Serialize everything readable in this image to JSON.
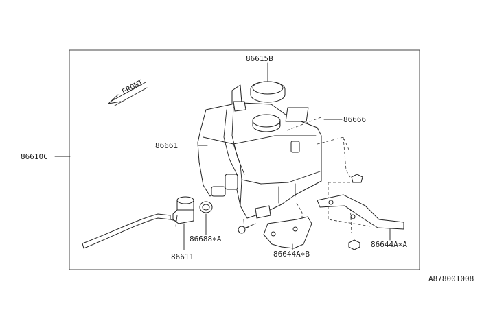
{
  "labels": {
    "assembly": "86610C",
    "cap": "86615B",
    "label_plate": "86666",
    "tank": "86661",
    "pump": "86611",
    "grommet": "86688∗A",
    "bracket_b": "86644A∗B",
    "bracket_a": "86644A∗A",
    "front": "FRONT",
    "figure_code": "A878001008"
  }
}
